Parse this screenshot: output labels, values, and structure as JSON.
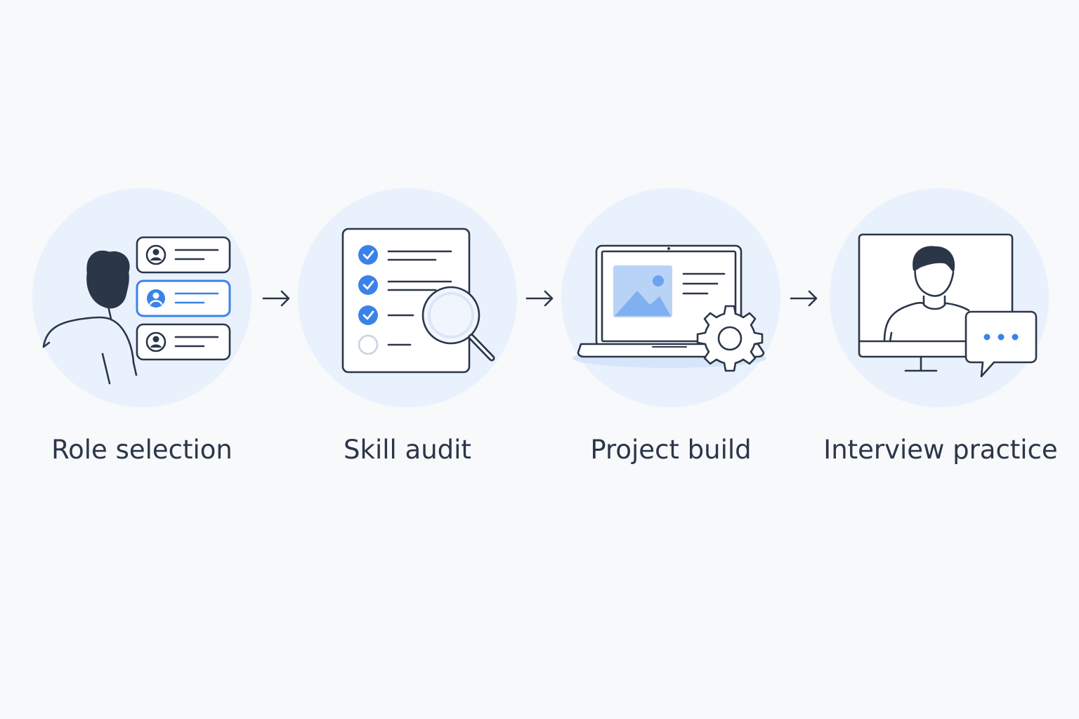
{
  "colors": {
    "background": "#f7f9fb",
    "circle": "#e9f1fd",
    "accent": "#3b82e8",
    "stroke": "#2b3649",
    "light_accent": "#9ec1f4"
  },
  "steps": [
    {
      "label": "Role selection",
      "icon": "role-selection-icon"
    },
    {
      "label": "Skill audit",
      "icon": "skill-audit-icon"
    },
    {
      "label": "Project build",
      "icon": "project-build-icon"
    },
    {
      "label": "Interview practice",
      "icon": "interview-practice-icon"
    }
  ],
  "connectors": [
    "arrow-right-icon",
    "arrow-right-icon",
    "arrow-right-icon"
  ]
}
